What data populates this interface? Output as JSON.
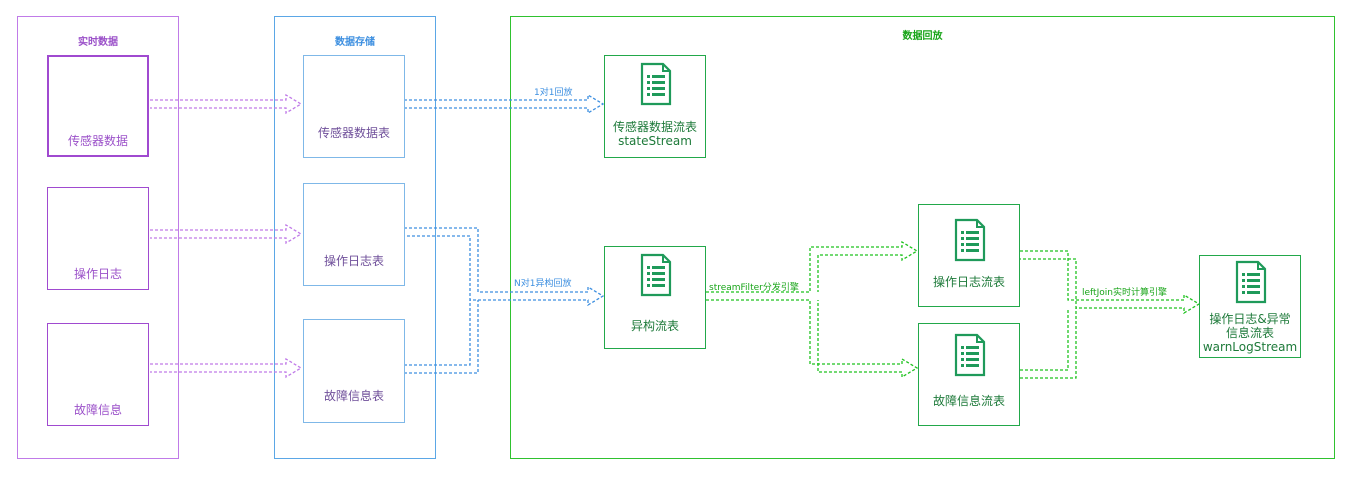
{
  "groups": {
    "realtime": "实时数据",
    "storage": "数据存储",
    "replay": "数据回放"
  },
  "realtime_nodes": [
    "传感器数据",
    "操作日志",
    "故障信息"
  ],
  "storage_nodes": [
    "传感器数据表",
    "操作日志表",
    "故障信息表"
  ],
  "replay_nodes": {
    "state_stream": [
      "传感器数据流表",
      "stateStream"
    ],
    "hetero": "异构流表",
    "op_log": "操作日志流表",
    "fault": "故障信息流表",
    "warn": [
      "操作日志&异常",
      "信息流表",
      "warnLogStream"
    ]
  },
  "edge_labels": {
    "one_to_one": "1对1回放",
    "n_to_one": "N对1异构回放",
    "filter": "streamFilter分发引擎",
    "left_join": "leftJoin实时计算引擎"
  },
  "icons": {
    "realtime": "globe-icon",
    "storage": "database-icon",
    "replay": "document-icon"
  },
  "colors": {
    "purple": "#9b51c9",
    "blue": "#3d8fe0",
    "green": "#1fc21f"
  }
}
